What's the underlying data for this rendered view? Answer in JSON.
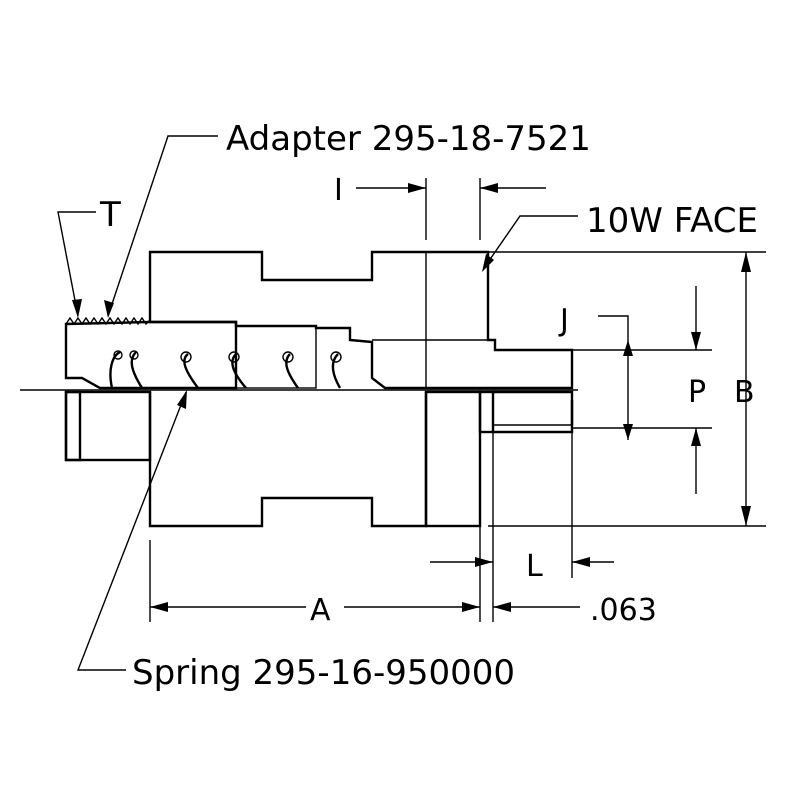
{
  "labels": {
    "adapter": "Adapter 295-18-7521",
    "spring": "Spring 295-16-950000",
    "face": "10W FACE",
    "dim_t": "T",
    "dim_i": "I",
    "dim_j": "J",
    "dim_p": "P",
    "dim_b": "B",
    "dim_l": "L",
    "dim_a": "A",
    "dim_063": ".063"
  },
  "colors": {
    "line": "#000000",
    "background": "#ffffff"
  }
}
